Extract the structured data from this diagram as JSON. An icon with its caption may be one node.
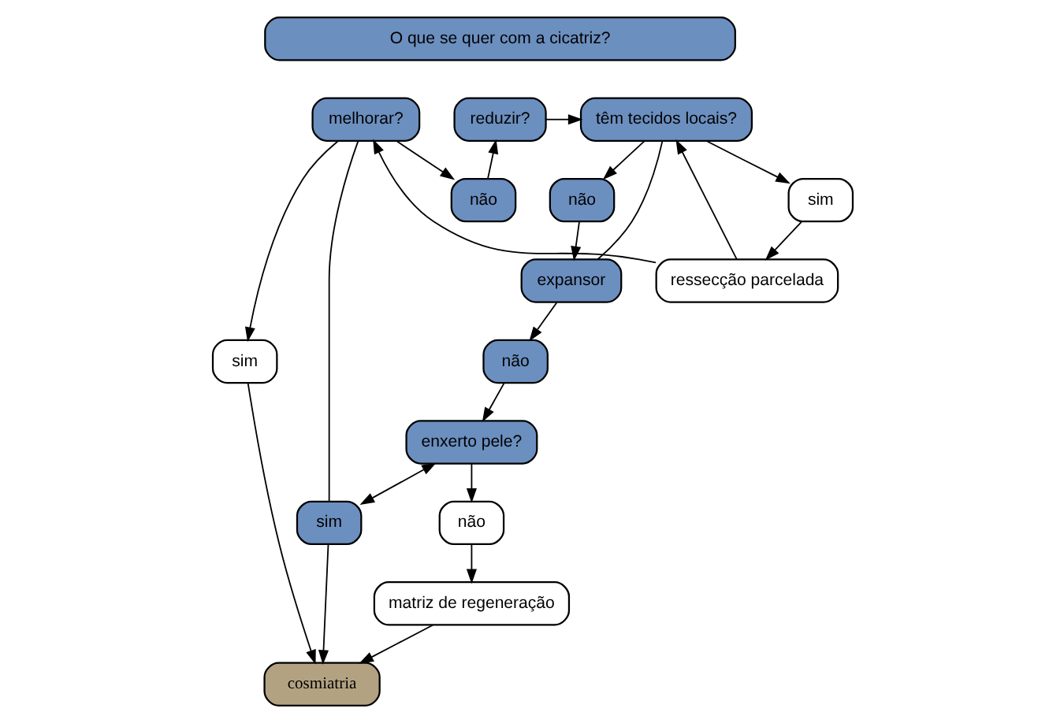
{
  "diagram": {
    "nodes": [
      {
        "text": [
          "O que se quer com a cicatriz?"
        ]
      },
      {
        "text": [
          "melhorar?"
        ]
      },
      {
        "text": [
          "reduzir?"
        ]
      },
      {
        "text": [
          "têm tecidos locais?"
        ]
      },
      {
        "text": [
          "sim"
        ]
      },
      {
        "text": [
          "não"
        ]
      },
      {
        "text": [
          "sim"
        ]
      },
      {
        "text": [
          "não"
        ]
      },
      {
        "text": [
          "ressecção parcelada"
        ]
      },
      {
        "text": [
          "cosmiatria"
        ]
      },
      {
        "text": [
          "expansor"
        ]
      },
      {
        "text": [
          "não"
        ]
      },
      {
        "text": [
          "matriz de regeneração"
        ]
      },
      {
        "text": [
          "sim"
        ]
      },
      {
        "text": [
          "enxerto pele?"
        ]
      },
      {
        "text": [
          "não"
        ]
      }
    ],
    "edges": [
      {
        "from": 1,
        "to": 4,
        "arrow": "to"
      },
      {
        "from": 1,
        "to": 5,
        "arrow": "to"
      },
      {
        "from": 5,
        "to": 2,
        "arrow": "to"
      },
      {
        "from": 2,
        "to": 3,
        "arrow": "to"
      },
      {
        "from": 4,
        "to": 9,
        "arrow": "to"
      },
      {
        "from": 3,
        "to": 6,
        "arrow": "to"
      },
      {
        "from": 3,
        "to": 7,
        "arrow": "to"
      },
      {
        "from": 6,
        "to": 8,
        "arrow": "to"
      },
      {
        "from": 8,
        "to": 1,
        "arrow": "to"
      },
      {
        "from": 8,
        "to": 3,
        "arrow": "to"
      },
      {
        "from": 7,
        "to": 10,
        "arrow": "to"
      },
      {
        "from": 3,
        "to": 10,
        "arrow": "none"
      },
      {
        "from": 10,
        "to": 11,
        "arrow": "to"
      },
      {
        "from": 11,
        "to": 14,
        "arrow": "to"
      },
      {
        "from": 14,
        "to": 13,
        "arrow": "both"
      },
      {
        "from": 13,
        "to": 9,
        "arrow": "to"
      },
      {
        "from": 1,
        "to": 13,
        "arrow": "none"
      },
      {
        "from": 12,
        "to": 9,
        "arrow": "to"
      },
      {
        "from": 14,
        "to": 15,
        "arrow": "to"
      },
      {
        "from": 15,
        "to": 12,
        "arrow": "to"
      }
    ]
  }
}
